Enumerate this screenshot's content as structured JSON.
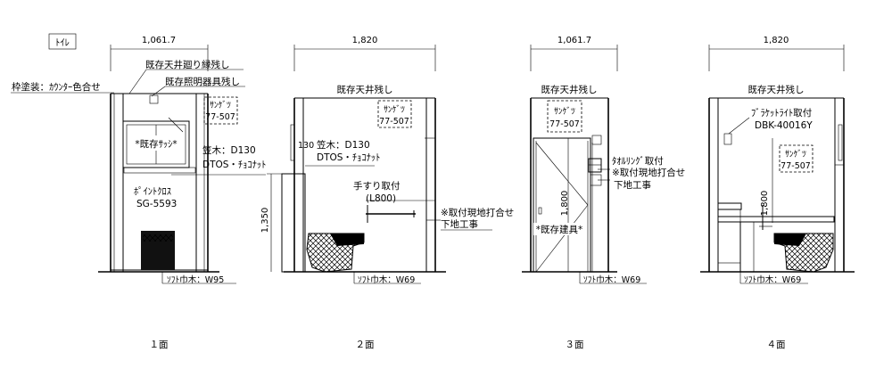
{
  "title_tag": "ﾄｲﾚ",
  "elevations": [
    {
      "caption": "１面",
      "width_dim": "1,061.7",
      "labels": {
        "ceiling_trim": "既存天井廻り縁残し",
        "light_fixture": "既存照明器具残し",
        "frame_paint": "枠塗装：ｶｳﾝﾀｰ色合せ",
        "sash": "*既存ｻｯｼ*",
        "sangetsu_name": "ｻﾝｹﾞﾂ",
        "sangetsu_code": "77-507",
        "sill_1": "笠木：D130",
        "sill_2": "DTOS・ﾁｮｺﾅｯﾄ",
        "cloth_1": "ﾎﾟｲﾝﾄｸﾛｽ",
        "cloth_2": "SG-5593",
        "baseboard": "ｿﾌﾄ巾木：W95"
      }
    },
    {
      "caption": "２面",
      "width_dim": "1,820",
      "labels": {
        "ceiling": "既存天井残し",
        "sangetsu_name": "ｻﾝｹﾞﾂ",
        "sangetsu_code": "77-507",
        "dim_130": "130",
        "sill_1": "笠木：D130",
        "sill_2": "DTOS・ﾁｮｺﾅｯﾄ",
        "handrail_1": "手すり取付",
        "handrail_2": "(L800)",
        "note_1": "※取付現地打合せ",
        "note_2": "下地工事",
        "height_dim": "1,350",
        "baseboard": "ｿﾌﾄ巾木：W69"
      }
    },
    {
      "caption": "３面",
      "width_dim": "1,061.7",
      "labels": {
        "ceiling": "既存天井残し",
        "sangetsu_name": "ｻﾝｹﾞﾂ",
        "sangetsu_code": "77-507",
        "towel_ring": "ﾀｵﾙﾘﾝｸﾞ取付",
        "note_1": "※取付現地打合せ",
        "note_2": "下地工事",
        "height_dim": "1,800",
        "existing_door": "*既存建具*",
        "baseboard": "ｿﾌﾄ巾木：W69"
      }
    },
    {
      "caption": "４面",
      "width_dim": "1,820",
      "labels": {
        "ceiling": "既存天井残し",
        "bracket_1": "ﾌﾞﾗｹｯﾄﾗｲﾄ取付",
        "bracket_2": "DBK-40016Y",
        "sangetsu_name": "ｻﾝｹﾞﾂ",
        "sangetsu_code": "77-507",
        "height_dim": "1,800",
        "baseboard": "ｿﾌﾄ巾木：W69"
      }
    }
  ]
}
